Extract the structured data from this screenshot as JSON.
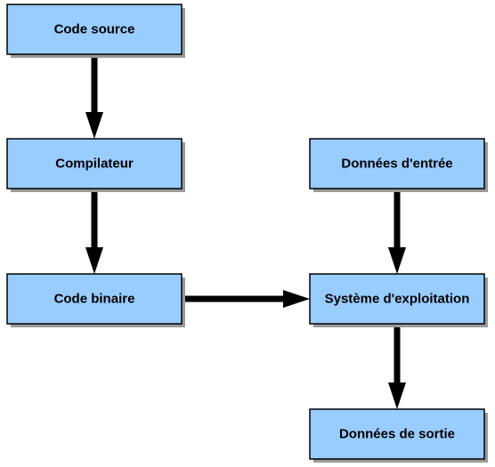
{
  "diagram": {
    "colors": {
      "node_fill": "#99ccff",
      "node_border": "#000000",
      "shadow": "#9a9a9a",
      "edge": "#000000"
    },
    "nodes": [
      {
        "id": "code-source",
        "label": "Code source"
      },
      {
        "id": "compilateur",
        "label": "Compilateur"
      },
      {
        "id": "code-binaire",
        "label": "Code binaire"
      },
      {
        "id": "donnees-entree",
        "label": "Données d'entrée"
      },
      {
        "id": "systeme-exploitation",
        "label": "Système d'exploitation"
      },
      {
        "id": "donnees-sortie",
        "label": "Données de sortie"
      }
    ],
    "edges": [
      {
        "from": "code-source",
        "to": "compilateur"
      },
      {
        "from": "compilateur",
        "to": "code-binaire"
      },
      {
        "from": "code-binaire",
        "to": "systeme-exploitation"
      },
      {
        "from": "donnees-entree",
        "to": "systeme-exploitation"
      },
      {
        "from": "systeme-exploitation",
        "to": "donnees-sortie"
      }
    ]
  }
}
